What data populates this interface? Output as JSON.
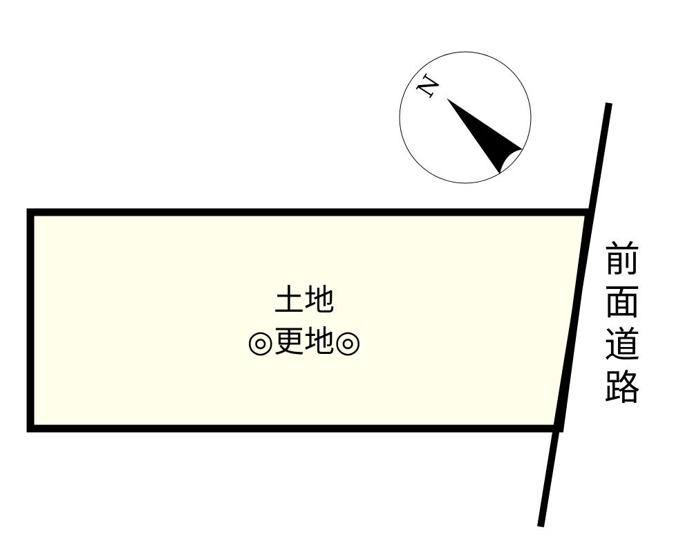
{
  "lot": {
    "line1": "土地",
    "line2": "◎更地◎",
    "fill_color": "#FFFFEB",
    "border_color": "#000000"
  },
  "road": {
    "label_chars": [
      "前",
      "面",
      "道",
      "路"
    ],
    "label": "前面道路"
  },
  "compass": {
    "north_label": "N",
    "icon": "north-arrow-icon"
  }
}
